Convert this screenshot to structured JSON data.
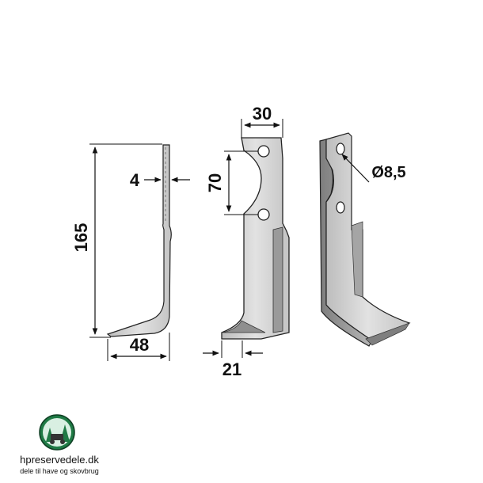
{
  "diagram": {
    "dimensions": {
      "height": "165",
      "thickness": "4",
      "width_bottom": "48",
      "width_top": "30",
      "hole_spacing": "70",
      "blade_offset": "21",
      "hole_diameter": "Ø8,5"
    }
  },
  "logo": {
    "brand": "hpreservedele.dk",
    "tagline": "dele til have og skovbrug"
  },
  "colors": {
    "metal_light": "#d6d6d6",
    "metal_dark": "#8a8a8a",
    "outline": "#222222",
    "logo_green": "#1f7a45"
  }
}
